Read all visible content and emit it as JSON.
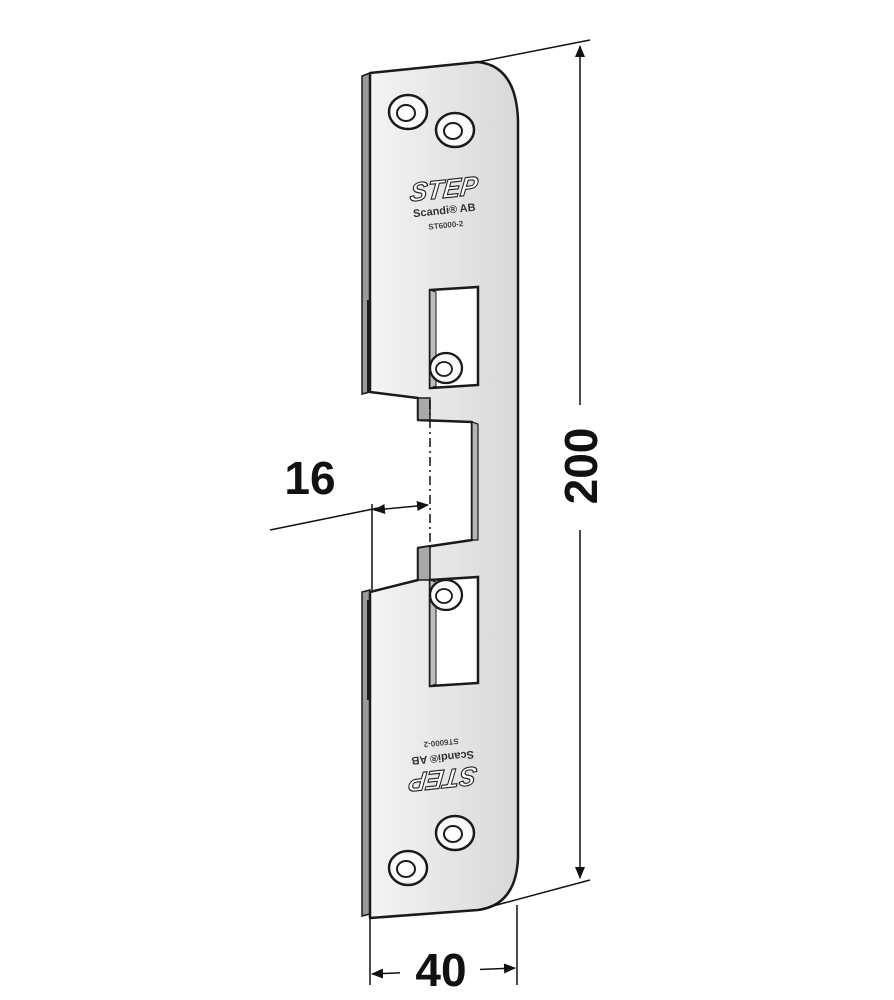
{
  "dimensions": {
    "height": "200",
    "width": "40",
    "offset": "16"
  },
  "marking_top": {
    "brand": "STEP",
    "company": "Scandi® AB",
    "code": "ST6000-2"
  },
  "marking_bottom": {
    "brand": "STEP",
    "company": "Scandi® AB",
    "code": "ST6000-2"
  },
  "colors": {
    "plate": "#e7e7e7",
    "outline": "#1a1a1a",
    "dimension_line": "#111111"
  }
}
